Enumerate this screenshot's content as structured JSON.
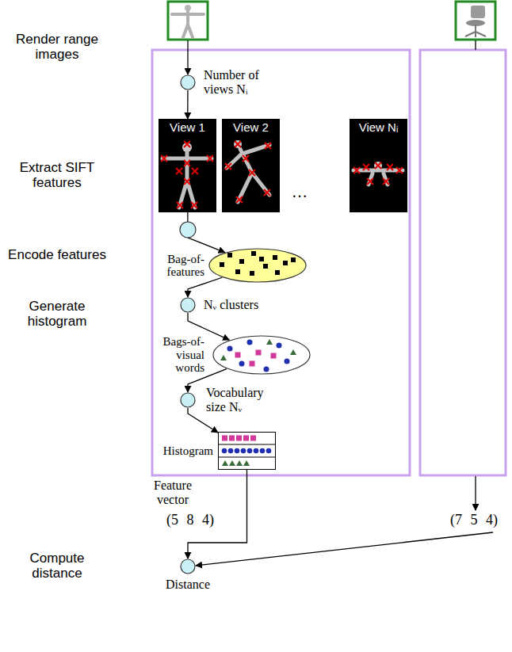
{
  "diagram": {
    "nodes": [
      {
        "text": [
          "Number of views Nᵢ"
        ]
      },
      {
        "text": [
          "View 1"
        ]
      },
      {
        "text": [
          "View 2"
        ]
      },
      {
        "text": [
          "View Nᵢ"
        ]
      },
      {
        "text": [
          "Bag-of- features"
        ]
      },
      {
        "text": [
          "Nᵥ clusters"
        ]
      },
      {
        "text": [
          "Bags-of- visual words"
        ]
      },
      {
        "text": [
          "Vocabulary size Nᵥ"
        ]
      },
      {
        "text": [
          "Histogram"
        ]
      },
      {
        "text": [
          "Distance"
        ]
      }
    ],
    "edges": [
      {
        "from": 0,
        "to": 1,
        "arrow": "to"
      },
      {
        "from": 1,
        "to": 4,
        "arrow": "to"
      },
      {
        "from": 4,
        "to": 5,
        "arrow": "to"
      },
      {
        "from": 5,
        "to": 6,
        "arrow": "to"
      },
      {
        "from": 6,
        "to": 7,
        "arrow": "to"
      },
      {
        "from": 7,
        "to": 8,
        "arrow": "to"
      },
      {
        "from": 8,
        "to": 9,
        "arrow": "to"
      }
    ],
    "labels": [
      "Render range images",
      "Extract SIFT features",
      "Encode features",
      "Generate histogram",
      "Compute distance",
      "…",
      "Feature vector",
      "(5 8 4)",
      "(7 5 4)"
    ]
  }
}
